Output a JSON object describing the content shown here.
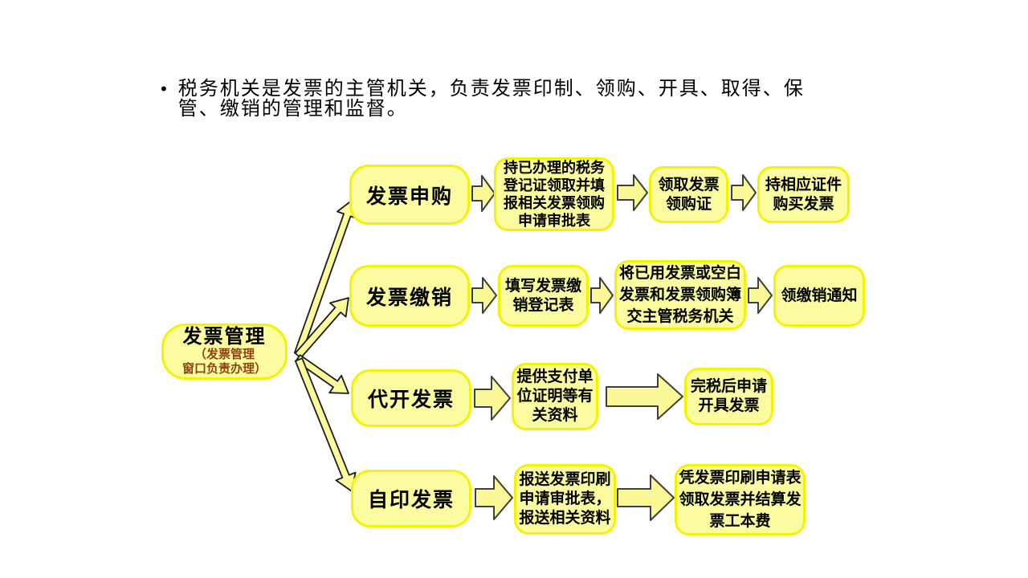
{
  "slide": {
    "bullet_text": "税务机关是发票的主管机关，负责发票印制、领购、开具、取得、保管、缴销的管理和监督。"
  },
  "diagram": {
    "root": {
      "title": "发票管理",
      "subtitle": "（发票管理\n窗口负责办理）"
    },
    "branches": [
      {
        "label": "发票申购",
        "steps": [
          "持已办理的税务\n登记证领取并填\n报相关发票领购\n申请审批表",
          "领取发票\n领购证",
          "持相应证件\n购买发票"
        ]
      },
      {
        "label": "发票缴销",
        "steps": [
          "填写发票缴\n销登记表",
          "将已用发票或空白\n发票和发票领购簿\n交主管税务机关",
          "领缴销通知"
        ]
      },
      {
        "label": "代开发票",
        "steps": [
          "提供支付单\n位证明等有\n关资料",
          "完税后申请\n开具发票"
        ]
      },
      {
        "label": "自印发票",
        "steps": [
          "报送发票印刷\n申请审批表，\n报送相关资料",
          "凭发票印刷申请表\n领取发票并结算发\n票工本费"
        ]
      }
    ],
    "colors": {
      "box_fill": "#FBFBA0",
      "box_border": "#F3F300",
      "arrow_fill": "#FAF896",
      "arrow_outline": "#3f3f3f",
      "text_color": "#000000",
      "root_subtitle_color": "#8B4513",
      "background": "#FFFFFF"
    }
  }
}
